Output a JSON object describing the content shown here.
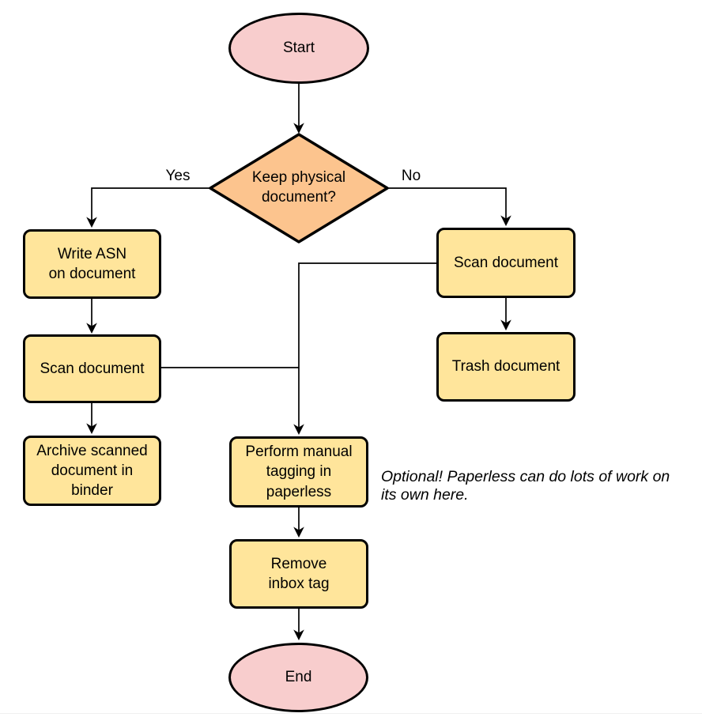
{
  "colors": {
    "terminator_fill": "#f8cdcd",
    "decision_fill": "#fcc48e",
    "process_fill": "#ffe59b",
    "stroke": "#000000",
    "text": "#000000"
  },
  "flowchart": {
    "start": {
      "label": "Start"
    },
    "decision_keep_physical": {
      "label": "Keep physical\ndocument?"
    },
    "edge_yes": {
      "label": "Yes"
    },
    "edge_no": {
      "label": "No"
    },
    "write_asn": {
      "label": "Write ASN\non document"
    },
    "scan_document_left": {
      "label": "Scan document"
    },
    "archive_in_binder": {
      "label": "Archive scanned\ndocument in\nbinder"
    },
    "scan_document_right": {
      "label": "Scan document"
    },
    "trash_document": {
      "label": "Trash document"
    },
    "manual_tagging": {
      "label": "Perform manual\ntagging in\npaperless"
    },
    "note_optional": {
      "text": "Optional! Paperless can do lots of work on\nits own here."
    },
    "remove_inbox_tag": {
      "label": "Remove\ninbox tag"
    },
    "end": {
      "label": "End"
    }
  }
}
